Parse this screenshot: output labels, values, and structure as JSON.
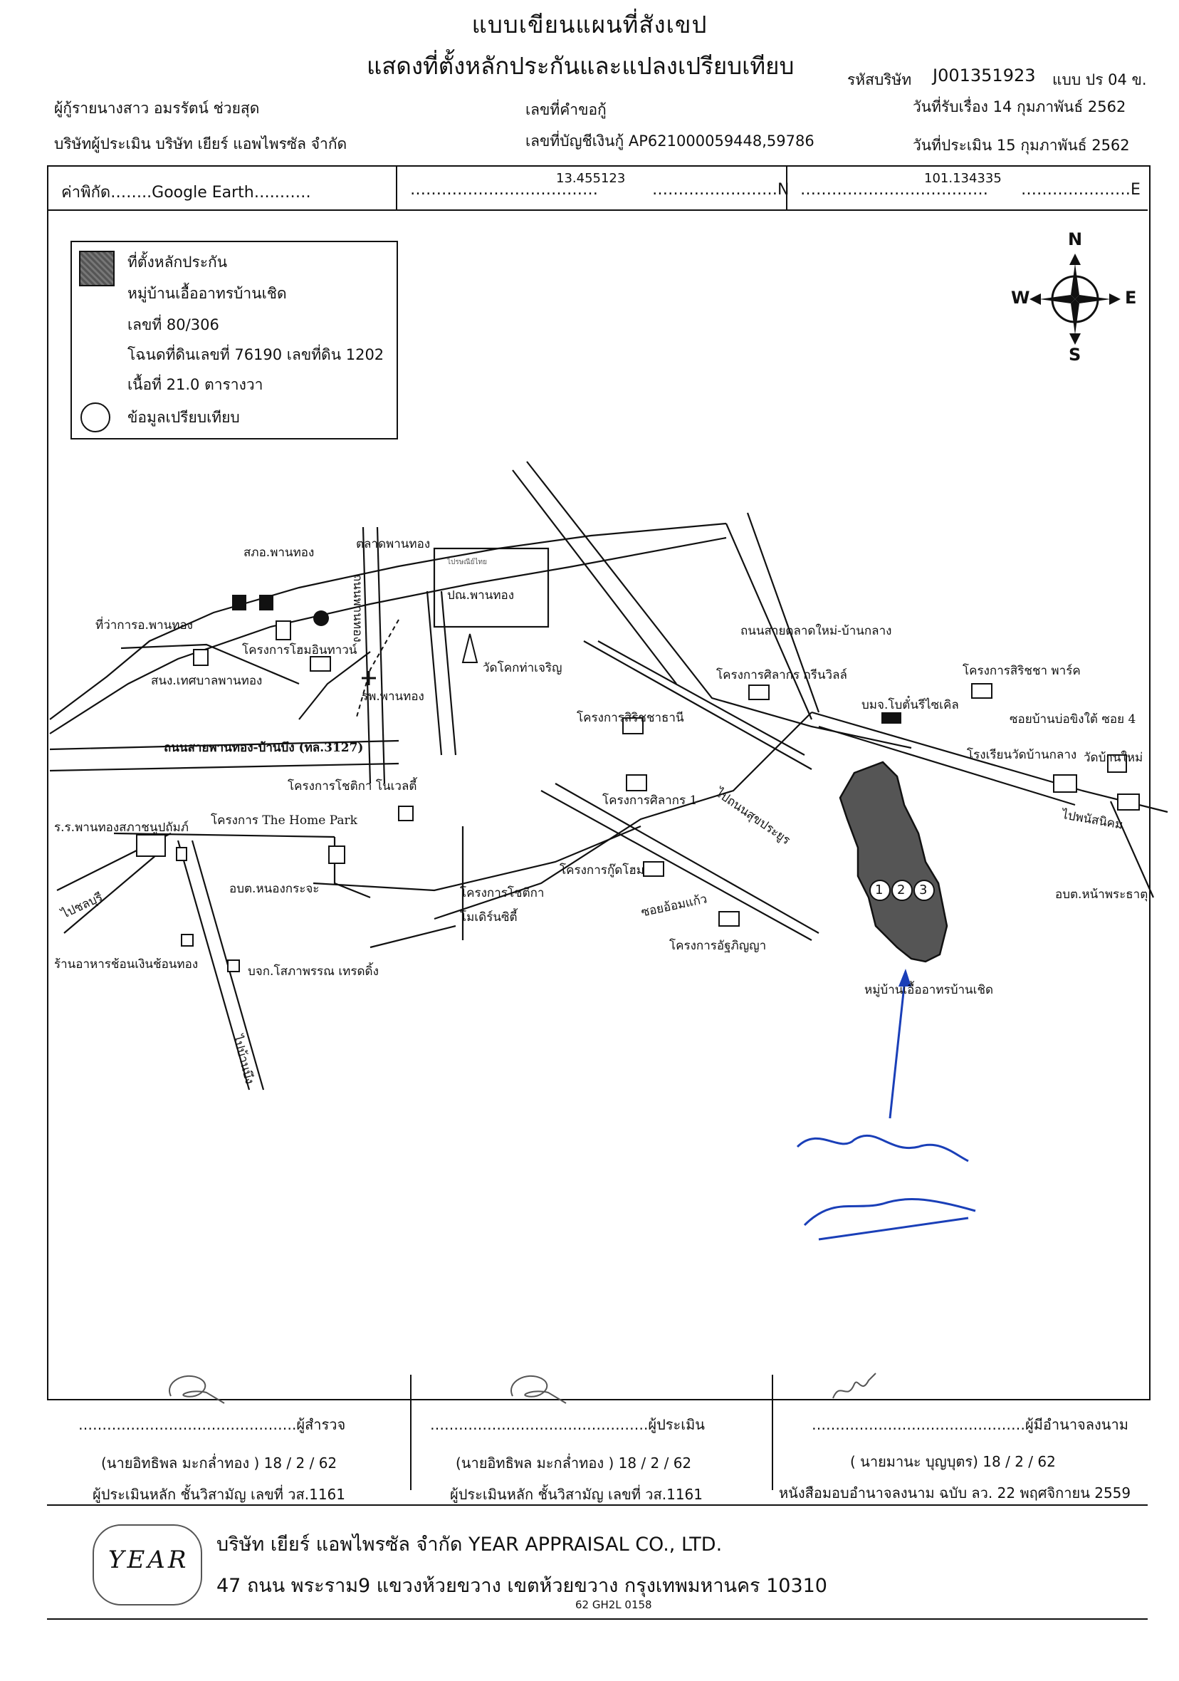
{
  "header": {
    "title_line1": "แบบเขียนแผนที่สังเขป",
    "title_line2": "แสดงที่ตั้งหลักประกันและแปลงเปรียบเทียบ",
    "company_code_label": "รหัสบริษัท",
    "company_code": "J001351923",
    "form_type": "แบบ ปร 04 ข.",
    "borrower_label": "ผู้กู้รายนางสาว อมรรัตน์ ช่วยสุด",
    "request_no_label": "เลขที่คำขอกู้",
    "receive_date": "วันที่รับเรื่อง   14 กุมภาพันธ์ 2562",
    "appraiser_company": "บริษัทผู้ประเมิน   บริษัท เยียร์ แอพไพรซัล จำกัด",
    "account_no": "เลขที่บัญชีเงินกู้ AP621000059448,59786",
    "appraisal_date": "วันที่ประเมิน  15 กุมภาพันธ์ 2562"
  },
  "coordinates": {
    "source": "ค่าพิกัด……..Google Earth…..……",
    "lat_prefix": "………………………………",
    "lat": "13.455123",
    "lat_suffix": "……………………N",
    "lon_prefix": "………………………………",
    "lon": "101.134335",
    "lon_suffix": "…………………E"
  },
  "legend": {
    "collateral": "ที่ตั้งหลักประกัน",
    "village": "หมู่บ้านเอื้ออาทรบ้านเชิด",
    "house_no": "เลขที่ 80/306",
    "deed": "โฉนดที่ดินเลขที่ 76190 เลขที่ดิน 1202",
    "area": "เนื้อที่   21.0  ตารางวา",
    "comparison": "ข้อมูลเปรียบเทียบ"
  },
  "compass": {
    "n": "N",
    "s": "S",
    "e": "E",
    "w": "W"
  },
  "map_labels": {
    "l1": "สภอ.พานทอง",
    "l2": "ตลาดพานทอง",
    "l3": "ปณ.พานทอง",
    "l4": "ที่ว่าการอ.พานทอง",
    "l5": "โครงการโฮมอินทาวน์",
    "l6": "สนง.เทศบาลพานทอง",
    "l7": "รพ.พานทอง",
    "l8": "วัดโคกท่าเจริญ",
    "l9": "ถนนสายตลาดใหม่-บ้านกลาง",
    "l10": "โครงการศิลากร กรีนวิลล์",
    "l11": "โครงการสิริชชา พาร์ค",
    "l12": "บมจ.โบตั๋นรีไซเคิล",
    "l13": "ซอยบ้านบ่อขิงใต้ ซอย 4",
    "l14": "โครงการสิริชชาธานี",
    "l15": "ไปถนนสุขประยูร",
    "l16": "ถนนสายพานทอง-บ้านบึง (ทล.3127)",
    "l17": "โครงการโชติกา โนเวลตี้",
    "l18": "โรงเรียนวัดบ้านกลาง",
    "l19": "วัดบ้านใหม่",
    "l20": "โครงการศิลากร 1",
    "l21": "ไปพนัสนิคม",
    "l22": "ร.ร.พานทองสภาชนูปถัมภ์",
    "l23": "โครงการ The Home Park",
    "l24": "โครงการกู๊ดโฮม",
    "l25": "อบต.หนองกระจะ",
    "l26": "โครงการโชติกา",
    "l27": "โมเดิร์นซิตี้",
    "l28": "ซอยอ้อมแก้ว",
    "l29": "อบต.หน้าพระธาตุ",
    "l30": "ไปชลบุรี",
    "l31": "โครงการอัฐภิญญา",
    "l32": "ร้านอาหารช้อนเงินช้อนทอง",
    "l33": "บจก.โสภาพรรณ เทรดดิ้ง",
    "l34": "หมู่บ้านเอื้ออาทรบ้านเชิด",
    "l35": "ไปบ้านบึง",
    "l36": "ถนนพานทอง",
    "l37": "ไปรษณีย์ไทย",
    "n1": "1",
    "n2": "2",
    "n3": "3"
  },
  "signatures": {
    "surveyor_line": "……………………………………….ผู้สำรวจ",
    "surveyor_name": "(นายอิทธิพล มะกล่ำทอง )  18 / 2 / 62",
    "surveyor_title": "ผู้ประเมินหลัก ชั้นวิสามัญ เลขที่ วส.1161",
    "appraiser_line": "……………………………………….ผู้ประเมิน",
    "appraiser_name": "(นายอิทธิพล มะกล่ำทอง )  18 / 2 / 62",
    "appraiser_title": "ผู้ประเมินหลัก ชั้นวิสามัญ เลขที่ วส.1161",
    "authority_line": "………………………………………ผู้มีอำนาจลงนาม",
    "authority_name": "( นายมานะ บุญบุตร)    18 / 2 / 62",
    "authority_title": "หนังสือมอบอำนาจลงนาม ฉบับ ลว. 22 พฤศจิกายน 2559"
  },
  "footer": {
    "logo": "YEAR",
    "company_line": "บริษัท เยียร์ แอพไพรซัล จำกัด  YEAR APPRAISAL CO., LTD.",
    "address": "47 ถนน พระราม9 แขวงห้วยขวาง เขตห้วยขวาง กรุงเทพมหานคร 10310",
    "doc_code": "62 GH2L 0158"
  },
  "colors": {
    "ink": "#111111",
    "collateral_fill": "#555555",
    "signature_blue": "#1a3fb8"
  }
}
